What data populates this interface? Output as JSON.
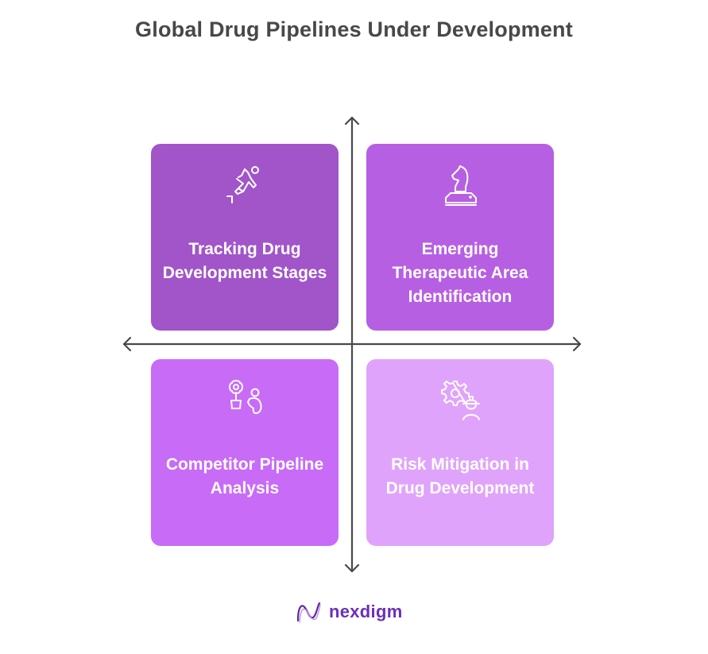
{
  "title": "Global Drug Pipelines Under Development",
  "colors": {
    "title": "#484848",
    "axis": "#4a4a4a",
    "quadrant_top_left": "#a155c9",
    "quadrant_top_right": "#b75fe3",
    "quadrant_bottom_left": "#c86bf7",
    "quadrant_bottom_right": "#e0a3fb",
    "brand": "#6b2fb8"
  },
  "quadrants": [
    {
      "position": "top-left",
      "icon": "falling-person-icon",
      "label": "Tracking Drug Development Stages"
    },
    {
      "position": "top-right",
      "icon": "chess-knight-icon",
      "label": "Emerging Therapeutic Area Identification"
    },
    {
      "position": "bottom-left",
      "icon": "flower-and-person-icon",
      "label": "Competitor Pipeline Analysis"
    },
    {
      "position": "bottom-right",
      "icon": "gear-and-worker-icon",
      "label": "Risk Mitigation in Drug Development"
    }
  ],
  "footer": {
    "brand": "nexdigm",
    "logo_icon": "nexdigm-wave-logo-icon"
  }
}
